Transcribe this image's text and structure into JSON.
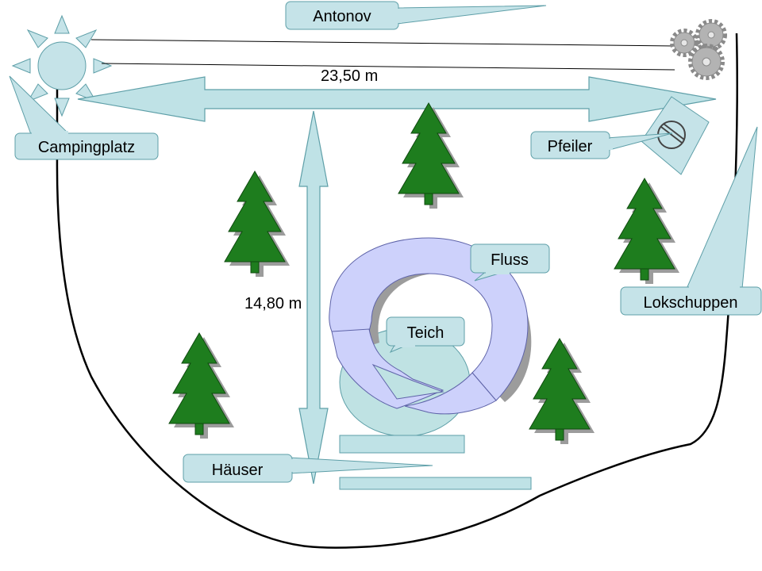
{
  "callouts": {
    "antonov": "Antonov",
    "campingplatz": "Campingplatz",
    "pfeiler": "Pfeiler",
    "fluss": "Fluss",
    "teich": "Teich",
    "lokschuppen": "Lokschuppen",
    "haeuser": "Häuser"
  },
  "dimensions": {
    "width_label": "23,50 m",
    "height_label": "14,80 m"
  },
  "icons": {
    "sun": "sun-icon",
    "gears": "gears-icon",
    "pillar": "no-entry-sign-icon",
    "tree": "fir-tree-icon"
  },
  "colors": {
    "callout_fill": "#c5e3e8",
    "arrow_fill": "#bfe2e6",
    "river_fill": "#cdd1fb",
    "pond_fill": "#bfe2e3",
    "tree_fill": "#1e7d1e",
    "gear_fill": "#b3b3b3"
  }
}
